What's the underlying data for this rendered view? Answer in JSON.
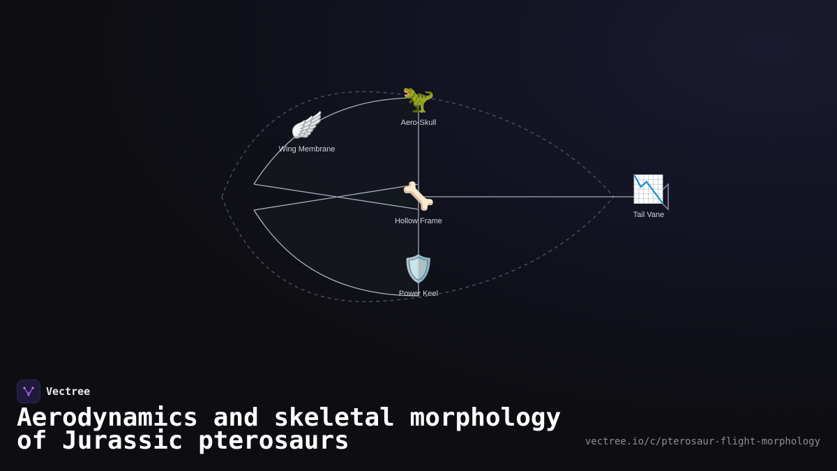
{
  "brand": {
    "name": "Vectree",
    "logo_icon": "vectree-tree-icon",
    "logo_color": "#a14cd8"
  },
  "title": "Aerodynamics and skeletal morphology of Jurassic pterosaurs",
  "url": "vectree.io/c/pterosaur-flight-morphology",
  "diagram": {
    "root": {
      "label": "Hollow Frame",
      "icon": "bone-icon",
      "glyph": "🦴"
    },
    "nodes": [
      {
        "id": "aero-skull",
        "label": "Aero-Skull",
        "icon": "dinosaur-icon",
        "glyph": "🦖"
      },
      {
        "id": "wing-membrane",
        "label": "Wing Membrane",
        "icon": "wing-icon",
        "glyph": "🪽"
      },
      {
        "id": "power-keel",
        "label": "Power Keel",
        "icon": "shield-icon",
        "glyph": "🛡️"
      },
      {
        "id": "tail-vane",
        "label": "Tail Vane",
        "icon": "chart-decreasing-icon",
        "glyph": "📉"
      }
    ],
    "colors": {
      "edge": "#8b97a6",
      "outline": "#4a5266",
      "fill": "#14171f"
    }
  }
}
